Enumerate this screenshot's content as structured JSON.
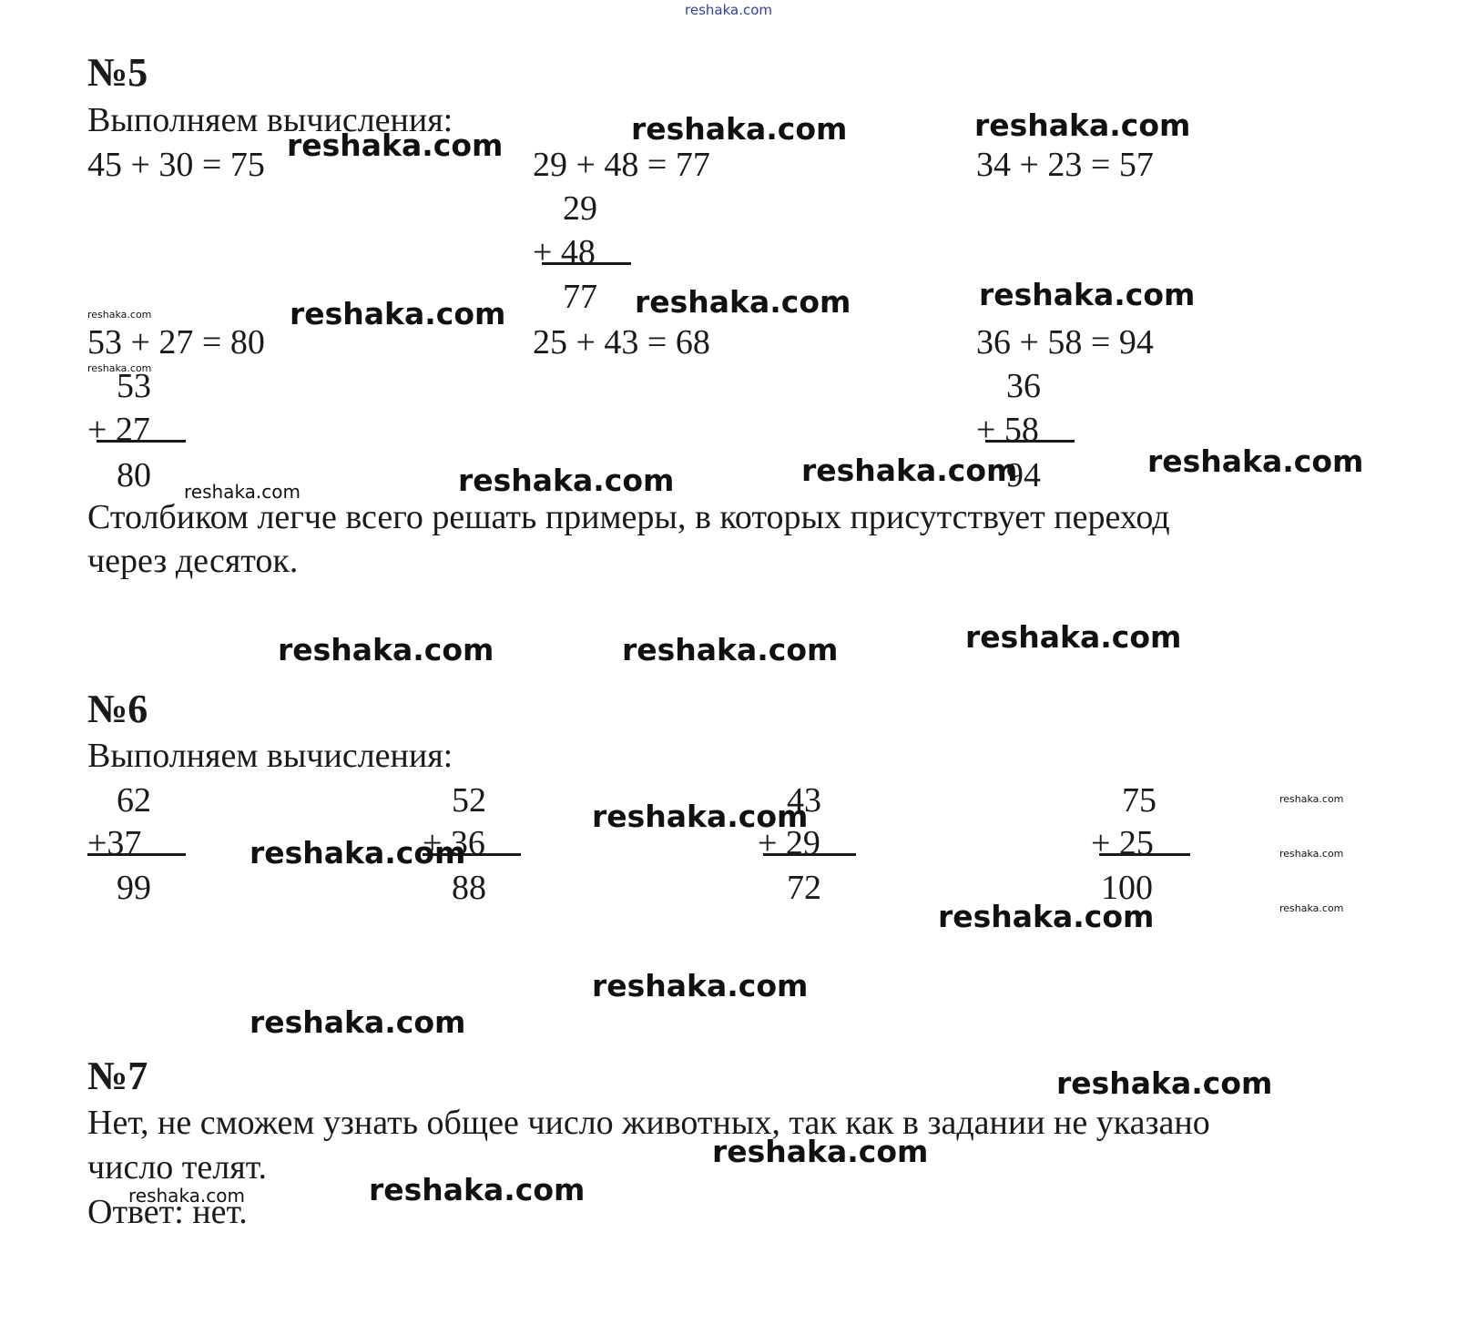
{
  "top_watermark": "reshaka.com",
  "watermark": "reshaka.com",
  "task5": {
    "heading": "№5",
    "intro": "Выполняем вычисления:",
    "eq1": "45 + 30 = 75",
    "eq2": "29 + 48 = 77",
    "eq3": "34 + 23 = 57",
    "col2": {
      "top": "29",
      "bottom": "+ 48",
      "result": "77"
    },
    "eq4": "53 + 27 = 80",
    "eq5": "25 + 43 = 68",
    "eq6": "36 + 58 = 94",
    "col4": {
      "top": "53",
      "bottom": "+ 27",
      "result": "80"
    },
    "col6": {
      "top": "36",
      "bottom": "+ 58",
      "result": "94"
    },
    "conclusion_line1": "Столбиком легче всего решать примеры, в которых присутствует переход",
    "conclusion_line2": "через десяток."
  },
  "task6": {
    "heading": "№6",
    "intro": "Выполняем вычисления:",
    "columns": [
      {
        "top": "62",
        "bottom": "+37",
        "result": "99"
      },
      {
        "top": "52",
        "bottom": "+ 36",
        "result": "88"
      },
      {
        "top": "43",
        "bottom": "+ 29",
        "result": "72"
      },
      {
        "top": "75",
        "bottom": "+ 25",
        "result": "100"
      }
    ]
  },
  "task7": {
    "heading": "№7",
    "line1": "Нет, не сможем узнать общее число животных, так как в задании не указано",
    "line2": "число телят.",
    "answer": "Ответ: нет."
  }
}
